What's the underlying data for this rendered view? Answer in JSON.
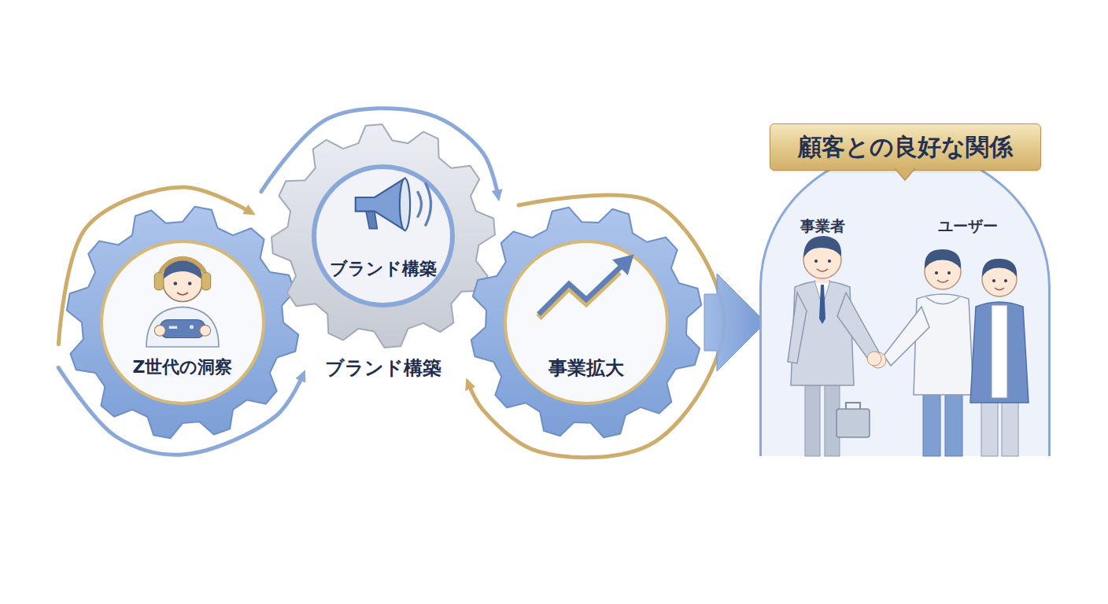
{
  "diagram": {
    "nodes": [
      {
        "text": [
          "Z世代の洞察"
        ]
      },
      {
        "text": [
          "ブランド構築"
        ]
      },
      {
        "text": [
          "事業拡大"
        ]
      },
      {
        "text": [
          "顧客との良好な関係"
        ]
      },
      {
        "text": [
          "事業者",
          "ユーザー"
        ]
      }
    ],
    "edges": [
      {
        "from": 0,
        "to": 1,
        "arrow": "to"
      },
      {
        "from": 0,
        "to": 1,
        "arrow": "to"
      },
      {
        "from": 1,
        "to": 2,
        "arrow": "to"
      },
      {
        "from": 2,
        "to": 1,
        "arrow": "to"
      },
      {
        "from": 2,
        "to": 4,
        "arrow": "to"
      }
    ],
    "labels": [
      "ブランド構築"
    ]
  }
}
